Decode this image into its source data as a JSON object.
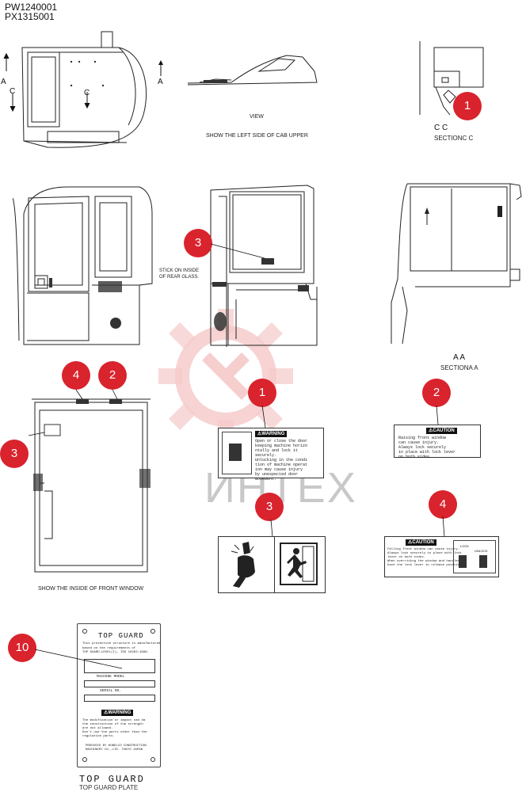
{
  "part_codes": [
    "PW1240001",
    "PX1315001"
  ],
  "watermark": "ИНТЕХ",
  "top_views": {
    "section_mark_a": "A",
    "section_mark_c": "C",
    "view_label": "VIEW",
    "left_side_caption": "SHOW THE LEFT SIDE OF CAB UPPER",
    "section_cc_label": "C C",
    "section_cc_caption": "SECTIONC C"
  },
  "middle_views": {
    "rear_glass_note": [
      "STICK ON INSIDE",
      "OF REAR GLASS."
    ],
    "section_aa_label": "A A",
    "section_aa_caption": "SECTIONA A"
  },
  "front_window_caption": "SHOW THE INSIDE OF FRONT WINDOW",
  "callouts": {
    "c1": "1",
    "c2": "2",
    "c3": "3",
    "c4": "4",
    "c10": "10"
  },
  "decals": {
    "warning_badge": "⚠WARNING",
    "warning_text": "Open or close the door\nkeeping machine horizo\nntally and lock it\nsecurely.\nUnlocking in the condi\ntion of machine operat\nion may cause injury\nby unexpected door\nmovement.",
    "caution_badge": "⚠CAUTION",
    "caution_text": "Raising front window\ncan cause injury.\nAlways lock securely\nin place with lock lever\non both sides.",
    "caution4_badge": "⚠CAUTION",
    "caution4_text": "Falling front window can cause injury.\nAlways lock securely in place with lock\nlever on both sides.\nWhen overriding the window and handles pul\nhave the lock lever in release position.",
    "lock_label": "LOCK",
    "unlock_label": "UNLOCK"
  },
  "plate": {
    "title": "TOP GUARD",
    "body": "This protective structure is manufactured\nbased on the requirements of\nTOP GUARD-LEVEL(I), ISO 10262:1998.",
    "machine_model": "MACHINE MODEL",
    "serial_no": "SERIAL NO.",
    "warning_badge": "⚠WARNING",
    "warning_text": "The modification or impact can da\nthe construction of the strength\nare not allowed.\nDon't use the parts other than the\nregulation parts.",
    "maker_text": "PRODUCED BY KOBELCO CONSTRUCTION\nMACHINERY CO.,LTD. TOKYO JAPAN",
    "bottom_title": "TOP GUARD",
    "bottom_sub": "TOP GUARD PLATE"
  }
}
